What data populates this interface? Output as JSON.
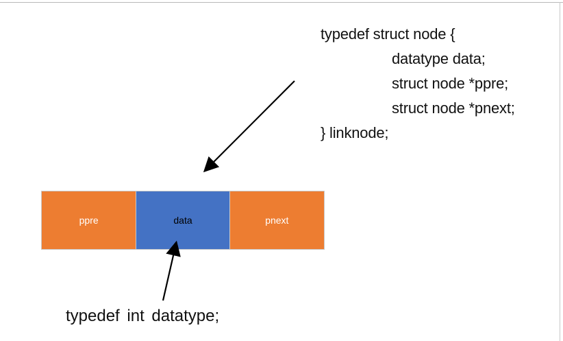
{
  "struct_code": {
    "line1": "typedef struct node {",
    "line2": "datatype data;",
    "line3": "struct node *ppre;",
    "line4": "struct node *pnext;",
    "line5": "} linknode;"
  },
  "node": {
    "cells": [
      "ppre",
      "data",
      "pnext"
    ]
  },
  "datatype_code": "typedef int  datatype;",
  "colors": {
    "pointer_cell": "#ed7d31",
    "data_cell": "#4472c4",
    "arrow": "#000000"
  }
}
